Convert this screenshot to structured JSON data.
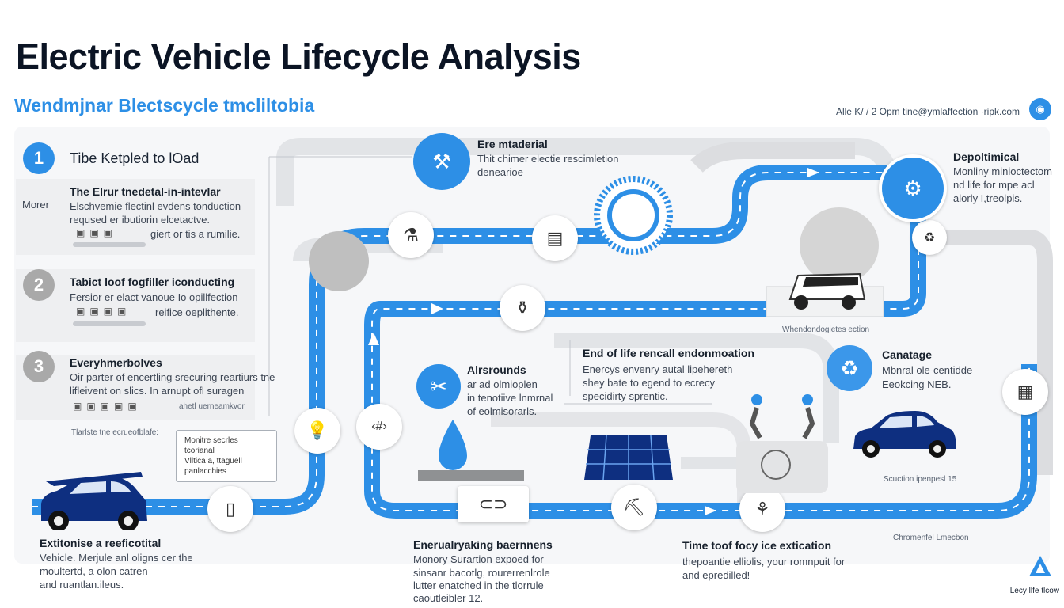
{
  "header": {
    "title": "Electric Vehicle Lifecycle Analysis",
    "subtitle": "Wendmjnar Blectscycle tmcliltobia",
    "meta": "Alle K/ / 2 Opm tine@ymlaffection ·ripk.com"
  },
  "steps": [
    {
      "num": "1",
      "heading": "Tibe Ketpled to lOad",
      "sub_title": "The Elrur tnedetal-in-intevlar",
      "side_label": "Morer",
      "text": [
        "Elschvemie flectinl evdens tonduction",
        "reqused er ibutiorin elcetactve.",
        "giert or tis a rumilie."
      ]
    },
    {
      "num": "2",
      "heading": "Tabict loof fogfiller iconducting",
      "text": [
        "Fersior er elact vanoue Io opillfection",
        "reifice oeplithente."
      ]
    },
    {
      "num": "3",
      "heading": "Everyhmerbolves",
      "text": [
        "Oir parter of encertling srecuring reartiurs tne",
        "lifleivent on slics.  In arnupt ofl suragen",
        "ahetl uerneamkvor"
      ]
    }
  ],
  "small_caption": "Tlarlste tne ecrueofblafe:",
  "box_text": [
    "Monitre secrles tcorianal",
    "Vlltica a, ttaguell",
    "panlacchies"
  ],
  "bottom_left": {
    "heading": "Extitonise a reeficotital",
    "text": [
      "Vehicle. Merjule anl oligns cer the",
      "moultertd, a olon catren",
      "and ruantlan.ileus."
    ]
  },
  "bottom_mid": {
    "heading": "Enerualryaking baernnens",
    "text": [
      "Monory Surartion expoed for",
      "sinsanr bacotlg, rourerrenlrole",
      "lutter enatched in the tlorrule",
      "caoutleibler 12."
    ]
  },
  "bottom_right": {
    "heading": "Time toof focy ice extication",
    "text": [
      "thepoantie elliolis, your romnpuit for",
      "and epredilled!"
    ]
  },
  "top_center": {
    "heading": "Ere mtaderial",
    "text": [
      "Thit chimer electie rescimletion",
      "denearioe"
    ]
  },
  "top_right": {
    "heading": "Depoltimical",
    "text": [
      "Monliny minioctectom",
      "nd life for mpe acl",
      "alorly I,treolpis."
    ]
  },
  "mid_left": {
    "heading": "Alrsrounds",
    "text": [
      "ar ad olmioplen",
      "in tenotiive lnmrnal",
      "of eolmisorarls."
    ]
  },
  "mid_center": {
    "heading": "End of life rencall endonmoation",
    "text": [
      "Enercys envenry autal lipehereth",
      "shey bate to egend to ecrecy",
      "specidirty sprentic."
    ]
  },
  "mid_right": {
    "heading": "Canatage",
    "text": [
      "Mbnral ole-centidde",
      "Eeokcing NEB."
    ]
  },
  "labels": {
    "van_caption": "Whendondogietes ection",
    "car_caption": "Scuction ipenpesl 15",
    "right_caption": "Chromenfel Lmecbon",
    "footer_logo": "Lecy llfe tlcow"
  },
  "colors": {
    "accent": "#2d8fe6",
    "grey": "#a9a9a9",
    "navy": "#0e2f80"
  }
}
